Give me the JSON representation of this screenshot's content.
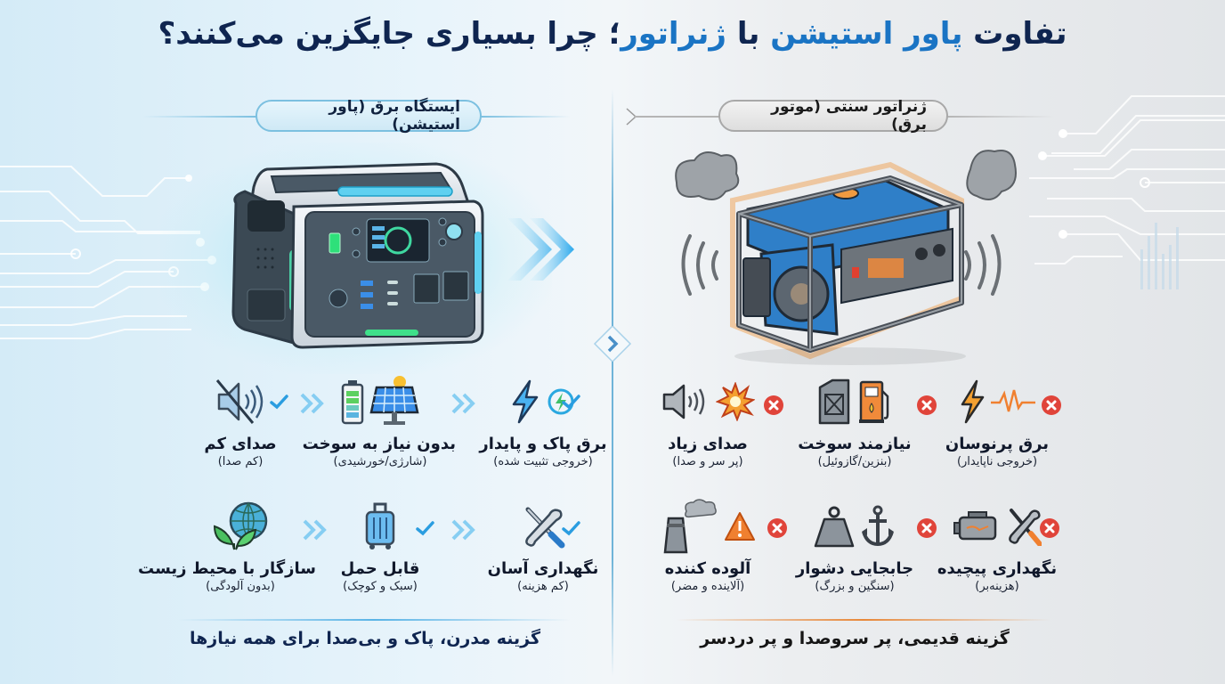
{
  "title": {
    "part1": "تفاوت ",
    "highlight1": "پاور استیشن",
    "part2": " با ",
    "highlight2": "ژنراتور",
    "part3": "؛ چرا بسیاری جایگزین می‌کنند؟"
  },
  "colors": {
    "title_dark": "#0f2550",
    "title_accent": "#1a74c4",
    "check_blue": "#2a9de0",
    "cross_red": "#e0443a",
    "left_accent": "#7cc0e0",
    "right_accent": "#e8883a"
  },
  "left": {
    "header": "ایستگاه برق (پاور استیشن)",
    "device_icon": "power-station-illustration",
    "features": [
      {
        "title": "برق پاک و پایدار",
        "subtitle": "(خروجی تثبیت شده)",
        "icons": [
          "lightning-icon",
          "power-cycle-icon"
        ],
        "mark": "check"
      },
      {
        "title": "بدون نیاز به سوخت",
        "subtitle": "(شارژی/خورشیدی)",
        "icons": [
          "battery-icon",
          "solar-panel-icon"
        ],
        "mark": "check"
      },
      {
        "title": "صدای کم",
        "subtitle": "(کم صدا)",
        "icons": [
          "muted-speaker-icon"
        ],
        "mark": "check"
      },
      {
        "title": "نگهداری آسان",
        "subtitle": "(کم هزینه)",
        "icons": [
          "wrench-screwdriver-icon"
        ],
        "mark": "check"
      },
      {
        "title": "قابل حمل",
        "subtitle": "(سبک و کوچک)",
        "icons": [
          "suitcase-icon"
        ],
        "mark": "check"
      },
      {
        "title": "سازگار با محیط زیست",
        "subtitle": "(بدون آلودگی)",
        "icons": [
          "globe-leaf-icon"
        ],
        "mark": "none"
      }
    ],
    "footer": "گزینه مدرن، پاک و بی‌صدا برای همه نیازها"
  },
  "right": {
    "header": "ژنراتور سنتی (موتور برق)",
    "device_icon": "generator-illustration",
    "features": [
      {
        "title": "برق پرنوسان",
        "subtitle": "(خروجی ناپایدار)",
        "icons": [
          "lightning-icon",
          "pulse-wave-icon"
        ],
        "mark": "cross"
      },
      {
        "title": "نیازمند سوخت",
        "subtitle": "(بنزین/گازوئیل)",
        "icons": [
          "jerrycan-icon",
          "fuel-pump-icon"
        ],
        "mark": "cross"
      },
      {
        "title": "صدای زیاد",
        "subtitle": "(پر سر و صدا)",
        "icons": [
          "loud-speaker-icon",
          "explosion-icon"
        ],
        "mark": "cross"
      },
      {
        "title": "نگهداری پیچیده",
        "subtitle": "(هزینه‌بر)",
        "icons": [
          "engine-icon",
          "wrench-screwdriver-icon"
        ],
        "mark": "cross"
      },
      {
        "title": "جابجایی دشوار",
        "subtitle": "(سنگین و بزرگ)",
        "icons": [
          "weight-icon",
          "anchor-icon"
        ],
        "mark": "cross"
      },
      {
        "title": "آلوده کننده",
        "subtitle": "(آلاینده و مضر)",
        "icons": [
          "factory-smoke-icon",
          "warning-icon"
        ],
        "mark": "cross"
      }
    ],
    "footer": "گزینه قدیمی، پر سروصدا و پر دردسر"
  }
}
